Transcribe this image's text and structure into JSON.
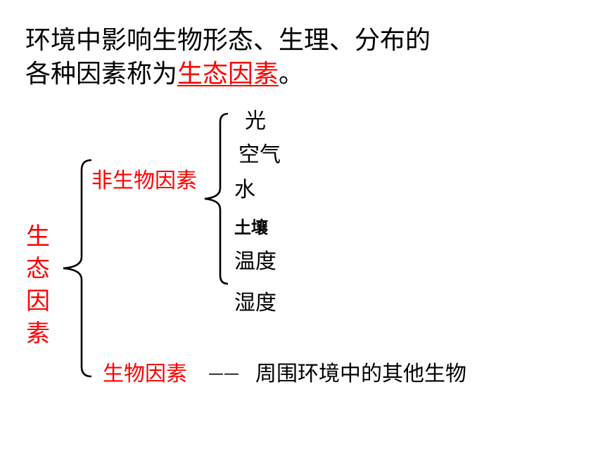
{
  "definition": {
    "line1": "环境中影响生物形态、生理、分布的",
    "line2_prefix": "各种因素称为",
    "line2_term": "生态因素",
    "line2_suffix": "。"
  },
  "root": {
    "chars": [
      "生",
      "态",
      "因",
      "素"
    ]
  },
  "abiotic": {
    "label": "非生物因素",
    "items": [
      "光",
      "空气",
      "水",
      "土壤",
      "温度",
      "湿度"
    ]
  },
  "biotic": {
    "label": "生物因素",
    "dash": "——",
    "description": "周围环境中的其他生物"
  },
  "colors": {
    "accent": "#ff0000",
    "text": "#000000"
  }
}
